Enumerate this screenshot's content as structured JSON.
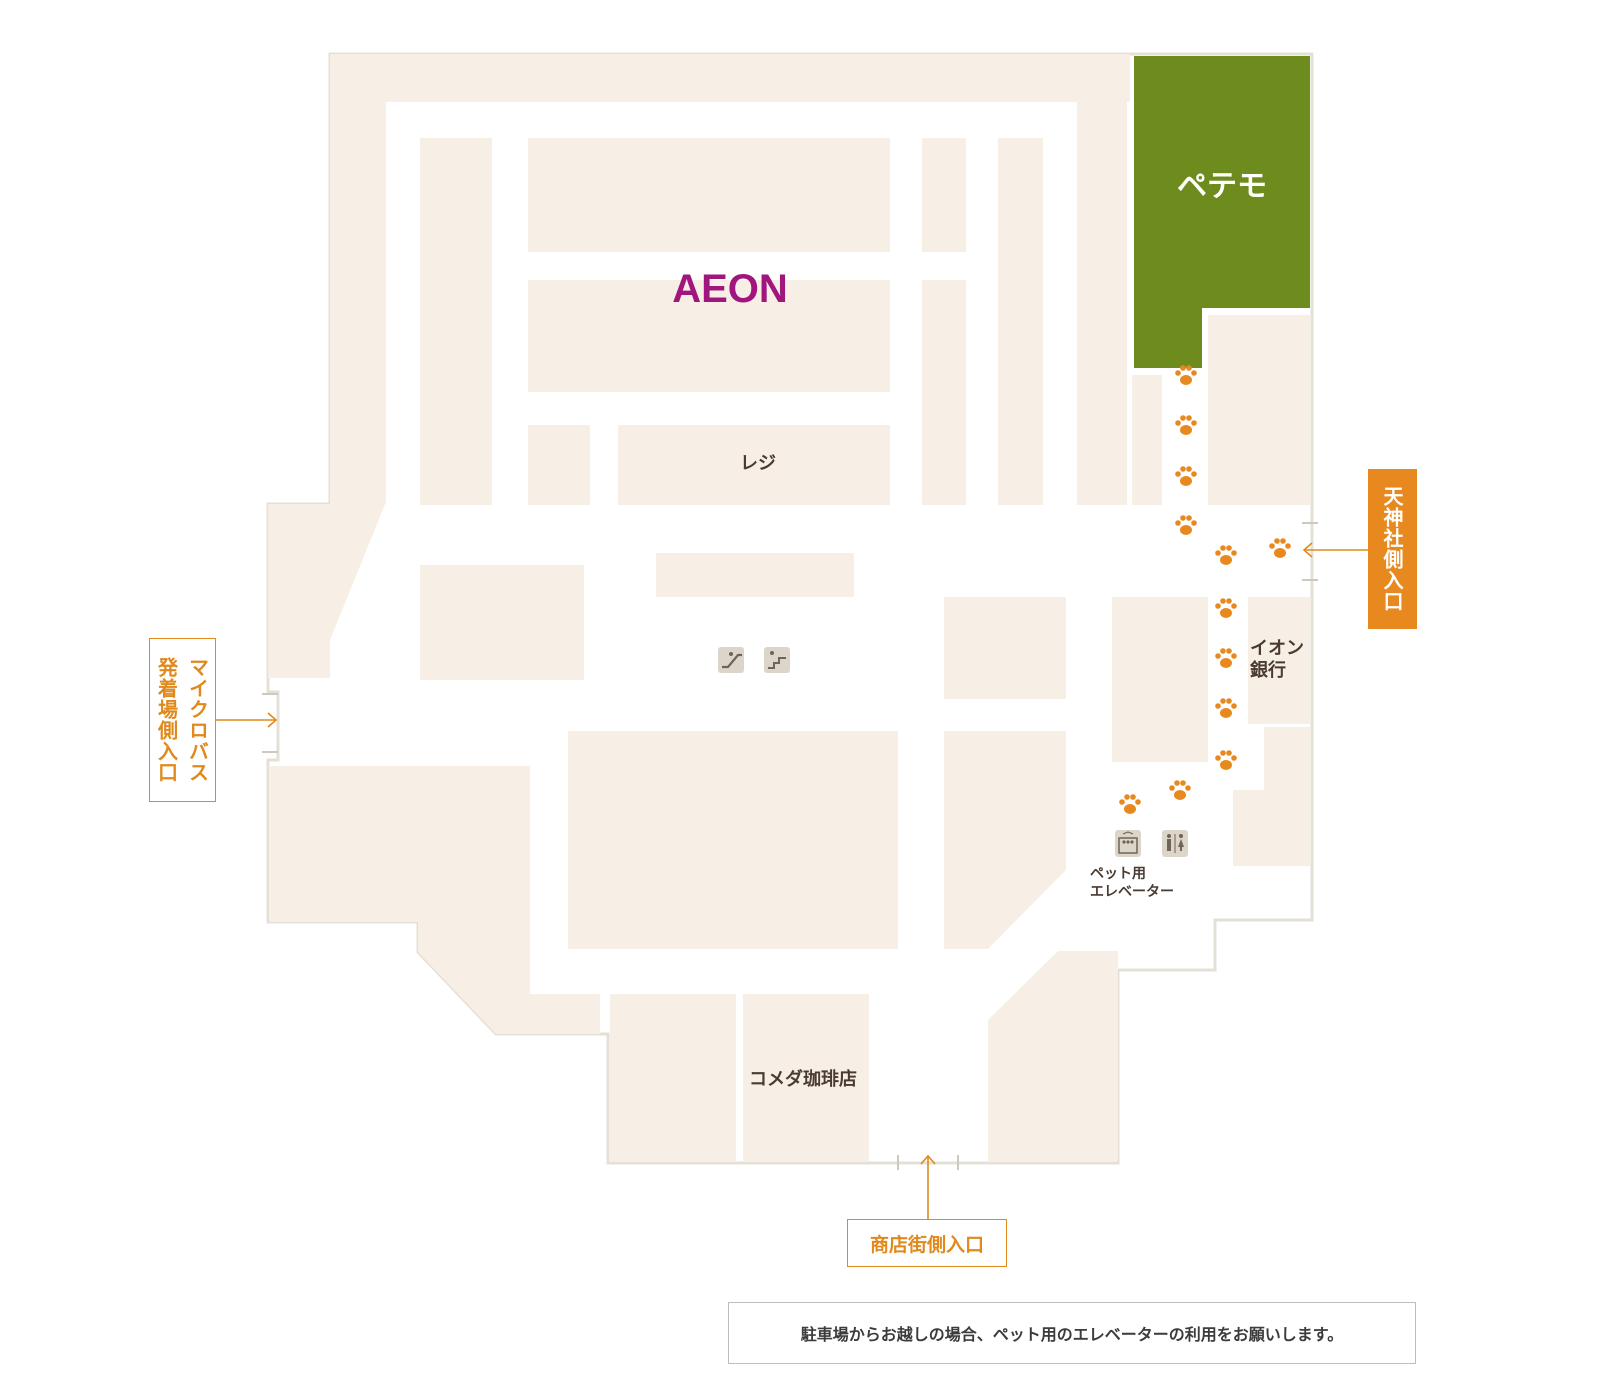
{
  "stores": {
    "aeon": "AEON",
    "petemo": "ペテモ",
    "register": "レジ",
    "aeon_bank_line1": "イオン",
    "aeon_bank_line2": "銀行",
    "komeda": "コメダ珈琲店"
  },
  "facilities": {
    "pet_elevator_line1": "ペット用",
    "pet_elevator_line2": "エレベーター",
    "icons": [
      "escalator-icon",
      "stairs-icon",
      "elevator-icon",
      "restroom-icon",
      "paw-print-icon"
    ]
  },
  "entrances": {
    "microbus_line1": "マイクロバス",
    "microbus_line2": "発着場側入口",
    "tenjin": "天神社側入口",
    "shotengai": "商店街側入口"
  },
  "note": "駐車場からお越しの場合、ペット用のエレベーターの利用をお願いします。",
  "colors": {
    "floor_outline": "#e5e0d5",
    "store_block": "#f7efe5",
    "walkway": "#ffffff",
    "petemo": "#6e8c1e",
    "aeon_brand": "#a0157e",
    "entrance_orange": "#e8891f",
    "paw": "#e8891f"
  }
}
